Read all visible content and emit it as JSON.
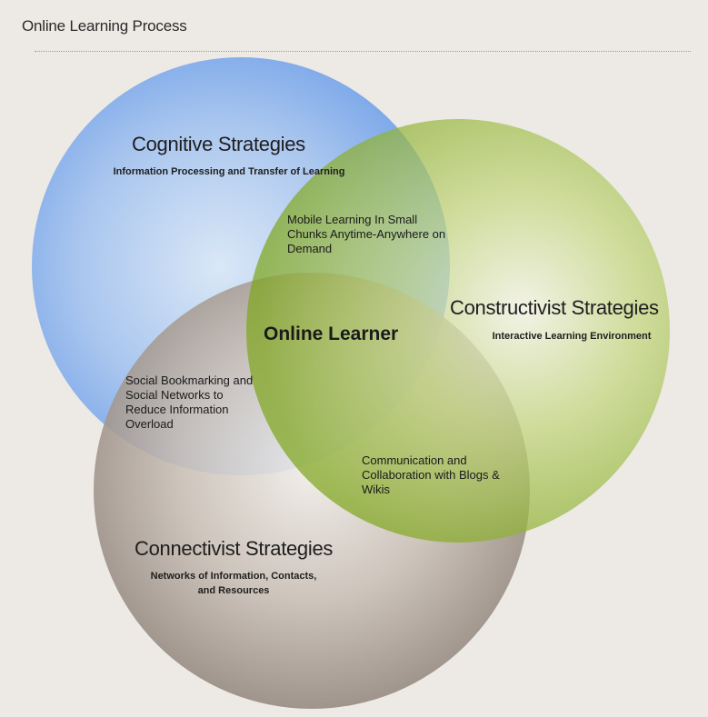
{
  "page": {
    "title": "Online Learning Process"
  },
  "diagram": {
    "center": "Online Learner",
    "sets": [
      {
        "id": "cognitive",
        "title": "Cognitive Strategies",
        "description": "Information Processing and Transfer of Learning",
        "color": "#6d9ee8"
      },
      {
        "id": "constructivist",
        "title": "Constructivist Strategies",
        "description": "Interactive Learning Environment",
        "color": "#7fa61e"
      },
      {
        "id": "connectivist",
        "title": "Connectivist Strategies",
        "description": "Networks of Information, Contacts, and Resources",
        "color": "#8a7e74"
      }
    ],
    "overlaps": {
      "cognitive_constructivist": "Mobile Learning In Small Chunks Anytime-Anywhere on Demand",
      "cognitive_connectivist": "Social Bookmarking and Social Networks to Reduce Information Overload",
      "constructivist_connectivist": "Communication and Collaboration with Blogs & Wikis"
    }
  }
}
